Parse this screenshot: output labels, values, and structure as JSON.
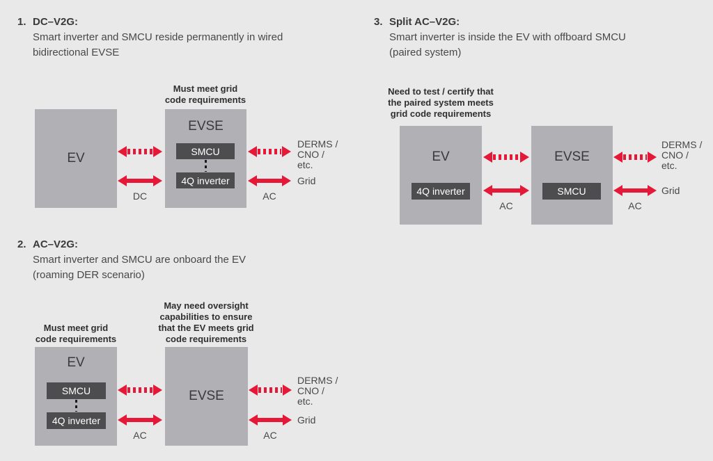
{
  "colors": {
    "background": "#e9e9e9",
    "box_gray": "#b1b1b5",
    "inner_box_dark": "#4d4d4f",
    "arrow_red": "#e51937",
    "text": "#3a3a3c"
  },
  "sections": {
    "dc_v2g": {
      "number": "1.",
      "title": "DC–V2G:",
      "description": "Smart inverter and SMCU reside permanently in wired\nbidirectional EVSE",
      "evse_note": "Must meet grid\ncode requirements",
      "ev_label": "EV",
      "evse_label": "EVSE",
      "smcu_label": "SMCU",
      "inverter_label": "4Q inverter",
      "ev_evse_link_label": "DC",
      "grid_link_label": "AC",
      "derms_label": "DERMS /\nCNO /\netc.",
      "grid_label": "Grid"
    },
    "ac_v2g": {
      "number": "2.",
      "title": "AC–V2G:",
      "description": "Smart inverter and SMCU are onboard the EV\n(roaming DER scenario)",
      "ev_note": "Must meet grid\ncode requirements",
      "evse_note": "May need oversight\ncapabilities to ensure\nthat the EV meets grid\ncode requirements",
      "ev_label": "EV",
      "evse_label": "EVSE",
      "smcu_label": "SMCU",
      "inverter_label": "4Q inverter",
      "ev_evse_link_label": "AC",
      "grid_link_label": "AC",
      "derms_label": "DERMS /\nCNO /\netc.",
      "grid_label": "Grid"
    },
    "split_ac_v2g": {
      "number": "3.",
      "title": "Split AC–V2G:",
      "description": "Smart inverter is inside the EV with offboard SMCU\n(paired system)",
      "pair_note": "Need to test / certify that\nthe paired system meets\ngrid code requirements",
      "ev_label": "EV",
      "evse_label": "EVSE",
      "smcu_label": "SMCU",
      "inverter_label": "4Q inverter",
      "ev_evse_link_label": "AC",
      "grid_link_label": "AC",
      "derms_label": "DERMS /\nCNO /\netc.",
      "grid_label": "Grid"
    }
  }
}
